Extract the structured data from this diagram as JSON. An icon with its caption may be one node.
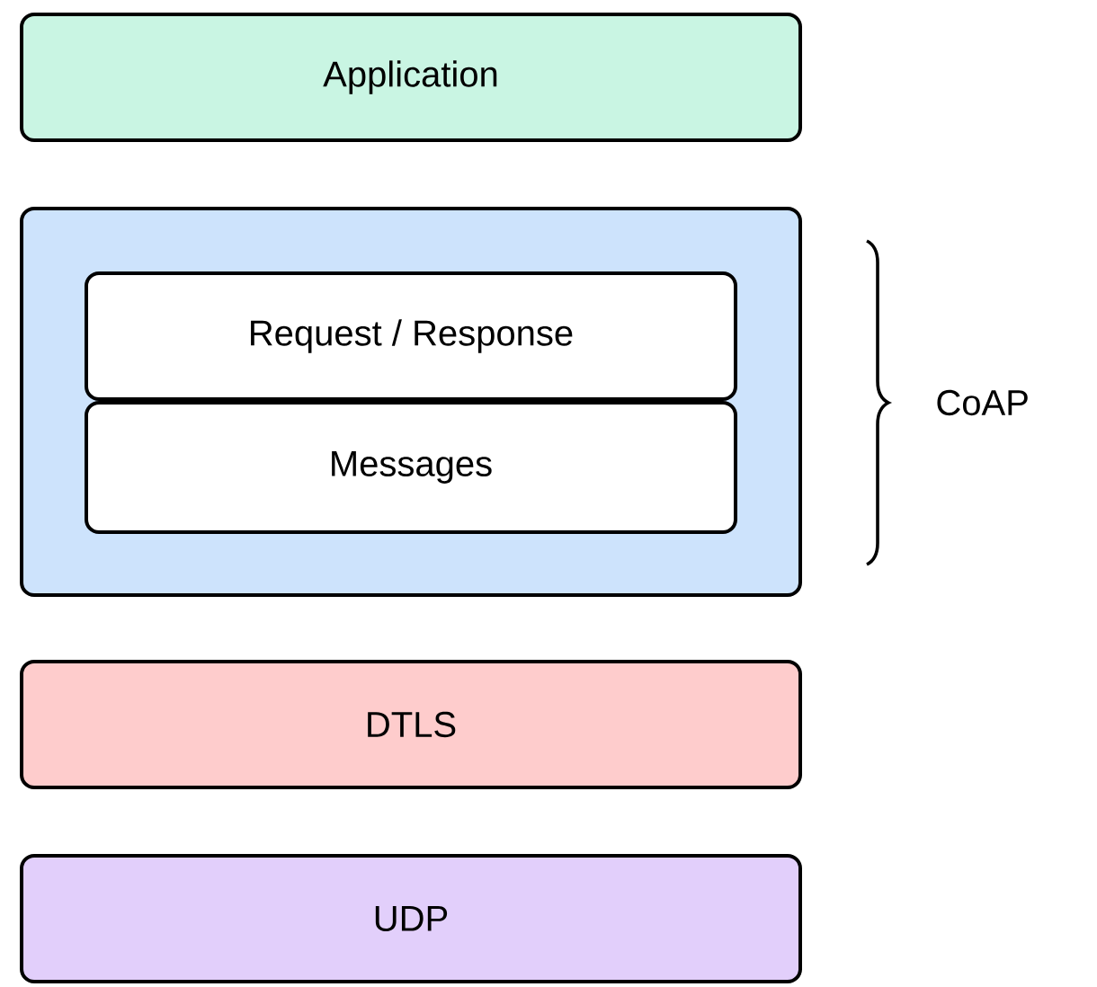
{
  "diagram": {
    "nodes": [
      {
        "text": [
          "Application"
        ]
      },
      {
        "text": [],
        "shape": "box"
      },
      {
        "text": [
          "Request / Response"
        ],
        "in": 1
      },
      {
        "text": [
          "Messages"
        ],
        "in": 1
      },
      {
        "text": [
          "DTLS"
        ]
      },
      {
        "text": [
          "UDP"
        ]
      }
    ],
    "labels": [
      "CoAP"
    ]
  }
}
